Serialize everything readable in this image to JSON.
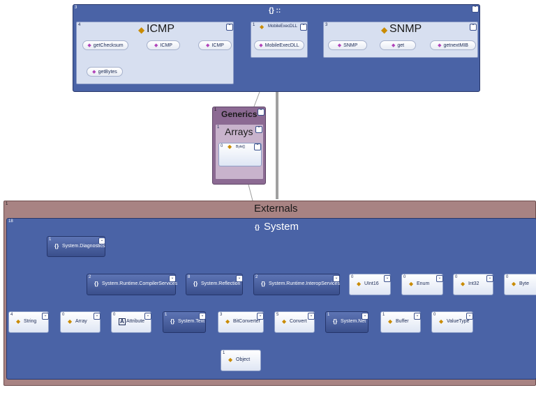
{
  "top_group": {
    "count": "3",
    "title": "{} ::"
  },
  "icmp": {
    "count": "4",
    "title": "ICMP",
    "methods": [
      "getChecksum",
      "ICMP",
      "ICMP",
      "getBytes"
    ]
  },
  "mobile": {
    "count": "1",
    "title": "MobileExecDLL",
    "methods": [
      "MobileExecDLL"
    ]
  },
  "snmp": {
    "count": "3",
    "title": "SNMP",
    "methods": [
      "SNMP",
      "get",
      "getnextMIB"
    ]
  },
  "generics": {
    "count": "1",
    "title": "Generics"
  },
  "arrays": {
    "count": "1",
    "title": "Arrays"
  },
  "arrays_inner": {
    "count": "0",
    "title": "Byte[]"
  },
  "externals": {
    "count": "1",
    "title": "Externals"
  },
  "system": {
    "count": "18",
    "title": "System"
  },
  "nodes": {
    "diagnostics": {
      "count": "1",
      "label": "System.Diagnostics"
    },
    "compiler": {
      "count": "2",
      "label": "System.Runtime.CompilerServices"
    },
    "reflection": {
      "count": "8",
      "label": "System.Reflection"
    },
    "interop": {
      "count": "2",
      "label": "System.Runtime.InteropServices"
    },
    "uint16": {
      "count": "0",
      "label": "UInt16"
    },
    "enum": {
      "count": "0",
      "label": "Enum"
    },
    "int32": {
      "count": "0",
      "label": "Int32"
    },
    "byte": {
      "count": "0",
      "label": "Byte"
    },
    "string": {
      "count": "4",
      "label": "String"
    },
    "array": {
      "count": "0",
      "label": "Array"
    },
    "attribute": {
      "count": "0",
      "label": "Attribute"
    },
    "text": {
      "count": "1",
      "label": "System.Text"
    },
    "bitconverter": {
      "count": "3",
      "label": "BitConverter"
    },
    "convert": {
      "count": "5",
      "label": "Convert"
    },
    "net": {
      "count": "1",
      "label": "System.Net"
    },
    "buffer": {
      "count": "1",
      "label": "Buffer"
    },
    "valuetype": {
      "count": "0",
      "label": "ValueType"
    },
    "object": {
      "count": "1",
      "label": "Object"
    }
  },
  "icons": {
    "namespace": "{}",
    "class": "◆",
    "method": "◆",
    "attribute": "A",
    "collapse": "⌃",
    "expand": "⌄"
  }
}
